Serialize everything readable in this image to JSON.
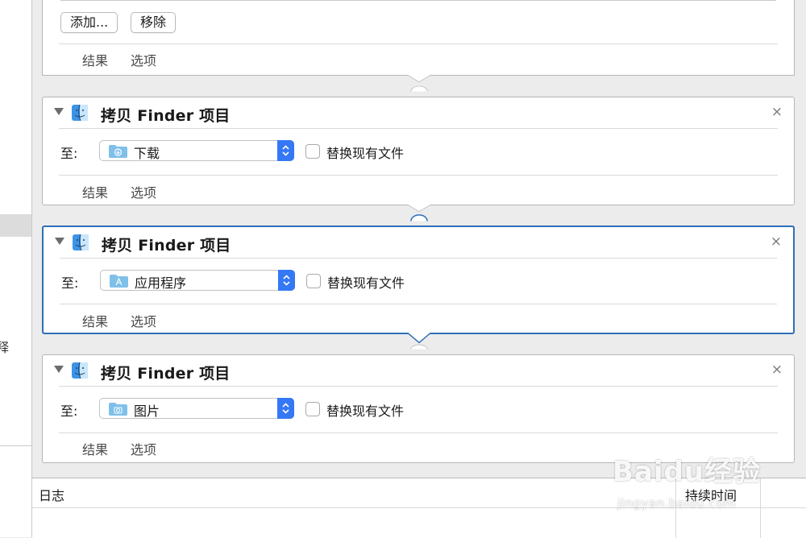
{
  "left_pane": {
    "partial_char": "释"
  },
  "top_action": {
    "buttons": {
      "add": "添加...",
      "remove": "移除"
    },
    "tabs": {
      "results": "结果",
      "options": "选项"
    }
  },
  "actions": [
    {
      "title": "拷贝 Finder 项目",
      "to_label": "至:",
      "destination": "下载",
      "folder_icon": "download-folder-icon",
      "replace_label": "替换现有文件",
      "replace_checked": false,
      "tabs": {
        "results": "结果",
        "options": "选项"
      },
      "close": "×",
      "selected": false
    },
    {
      "title": "拷贝 Finder 项目",
      "to_label": "至:",
      "destination": "应用程序",
      "folder_icon": "applications-folder-icon",
      "replace_label": "替换现有文件",
      "replace_checked": false,
      "tabs": {
        "results": "结果",
        "options": "选项"
      },
      "close": "×",
      "selected": true
    },
    {
      "title": "拷贝 Finder 项目",
      "to_label": "至:",
      "destination": "图片",
      "folder_icon": "pictures-folder-icon",
      "replace_label": "替换现有文件",
      "replace_checked": false,
      "tabs": {
        "results": "结果",
        "options": "选项"
      },
      "close": "×",
      "selected": false
    }
  ],
  "log": {
    "col_log": "日志",
    "col_duration": "持续时间"
  },
  "watermark": {
    "brand": "Baidu经验",
    "url": "jingyan.baidu.com"
  },
  "colors": {
    "selected_border": "#2d6fb9",
    "popup_stepper": "#3478f6",
    "folder": "#7fc0ea"
  }
}
